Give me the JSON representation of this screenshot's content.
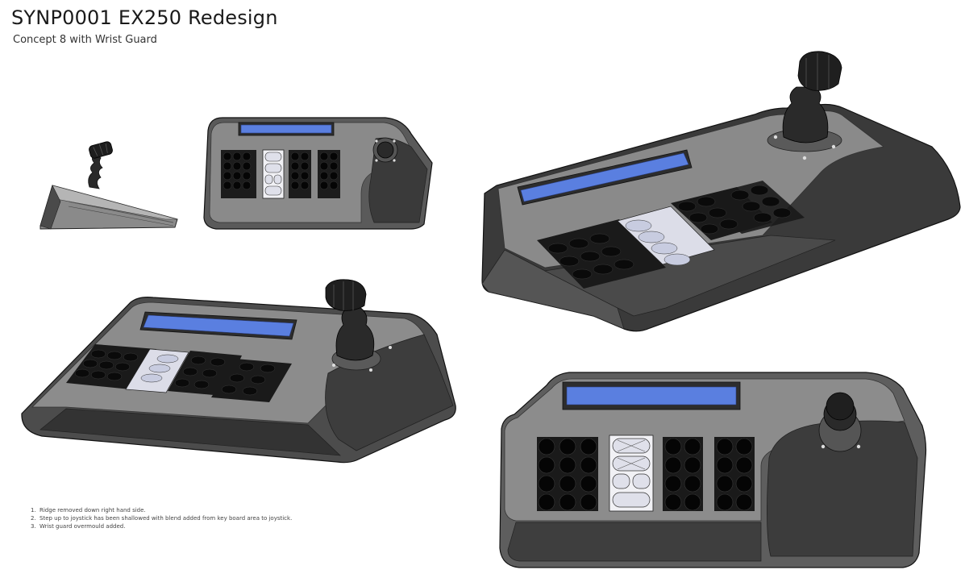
{
  "document": {
    "title": "SYNP0001 EX250 Redesign",
    "subtitle": "Concept 8 with Wrist Guard"
  },
  "notes": [
    {
      "num": "1.",
      "text": "Ridge removed down right hand side."
    },
    {
      "num": "2.",
      "text": "Step up to joystick has been shallowed with blend added from key board area to joystick."
    },
    {
      "num": "3.",
      "text": "Wrist guard overmould added."
    }
  ],
  "colors": {
    "body_dark": "#3c3c3c",
    "body_mid": "#6d6d6d",
    "body_light": "#a3a3a3",
    "key_black": "#151515",
    "lcd_blue": "#5a7fe0",
    "key_white": "#e6e6ee"
  },
  "views": [
    "side-view",
    "top-view-small",
    "iso-view-left",
    "iso-view-right",
    "top-view-large"
  ]
}
